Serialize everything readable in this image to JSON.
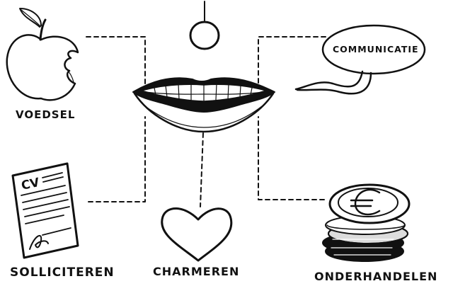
{
  "diagram": {
    "nodes": {
      "voedsel": {
        "label": "VOEDSEL",
        "icon": "apple-icon"
      },
      "communicatie": {
        "label": "COMMUNICATIE",
        "icon": "speech-bubble-icon"
      },
      "solliciteren": {
        "label": "SOLLICITEREN",
        "icon": "cv-document-icon",
        "doc_text": "CV"
      },
      "charmeren": {
        "label": "CHARMEREN",
        "icon": "heart-icon"
      },
      "onderhandelen": {
        "label": "ONDERHANDELEN",
        "icon": "coin-stack-icon"
      }
    },
    "center": {
      "icon": "mouth-icon"
    },
    "top": {
      "icon": "ring-icon"
    },
    "colors": {
      "ink": "#111111",
      "background": "#ffffff"
    }
  }
}
